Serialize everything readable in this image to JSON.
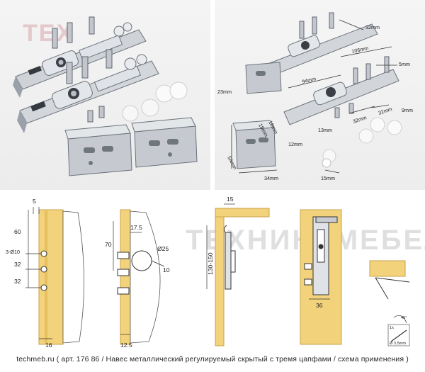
{
  "photos": {
    "left": {
      "watermark": "TЕХ"
    },
    "right": {
      "dimensions": [
        "32mm",
        "5mm",
        "106mm",
        "94mm",
        "23mm",
        "18mm",
        "18mm",
        "13mm",
        "32mm",
        "32mm",
        "9mm",
        "12mm",
        "54mm",
        "34mm",
        "15mm"
      ]
    }
  },
  "drawings": {
    "watermark": "ТЕХНИКАМЕБЕЛИ",
    "fig1": {
      "d5": "5",
      "d60": "60",
      "holes": "3-Ø10",
      "d32a": "32",
      "d32b": "32",
      "d16": "16"
    },
    "fig2": {
      "d70": "70",
      "d17_5": "17.5",
      "d25": "Ø25",
      "d10": "10",
      "d12_5": "12.5"
    },
    "fig3": {
      "d15": "15",
      "d130_150": "130-150"
    },
    "fig4": {
      "d36": "36",
      "angle": "45°",
      "screw_label": "1x",
      "screw_size": "Ø 3.5mm"
    }
  },
  "caption": "techmeb.ru  ( арт. 176 86 / Навес металлический регулируемый скрытый с тремя цапфами / схема применения  )",
  "colors": {
    "wood": "#f3d27c",
    "wood_edge": "#c9a24a",
    "metal": "#c8ccd2",
    "metal_dark": "#7e858e",
    "line": "#222222"
  }
}
